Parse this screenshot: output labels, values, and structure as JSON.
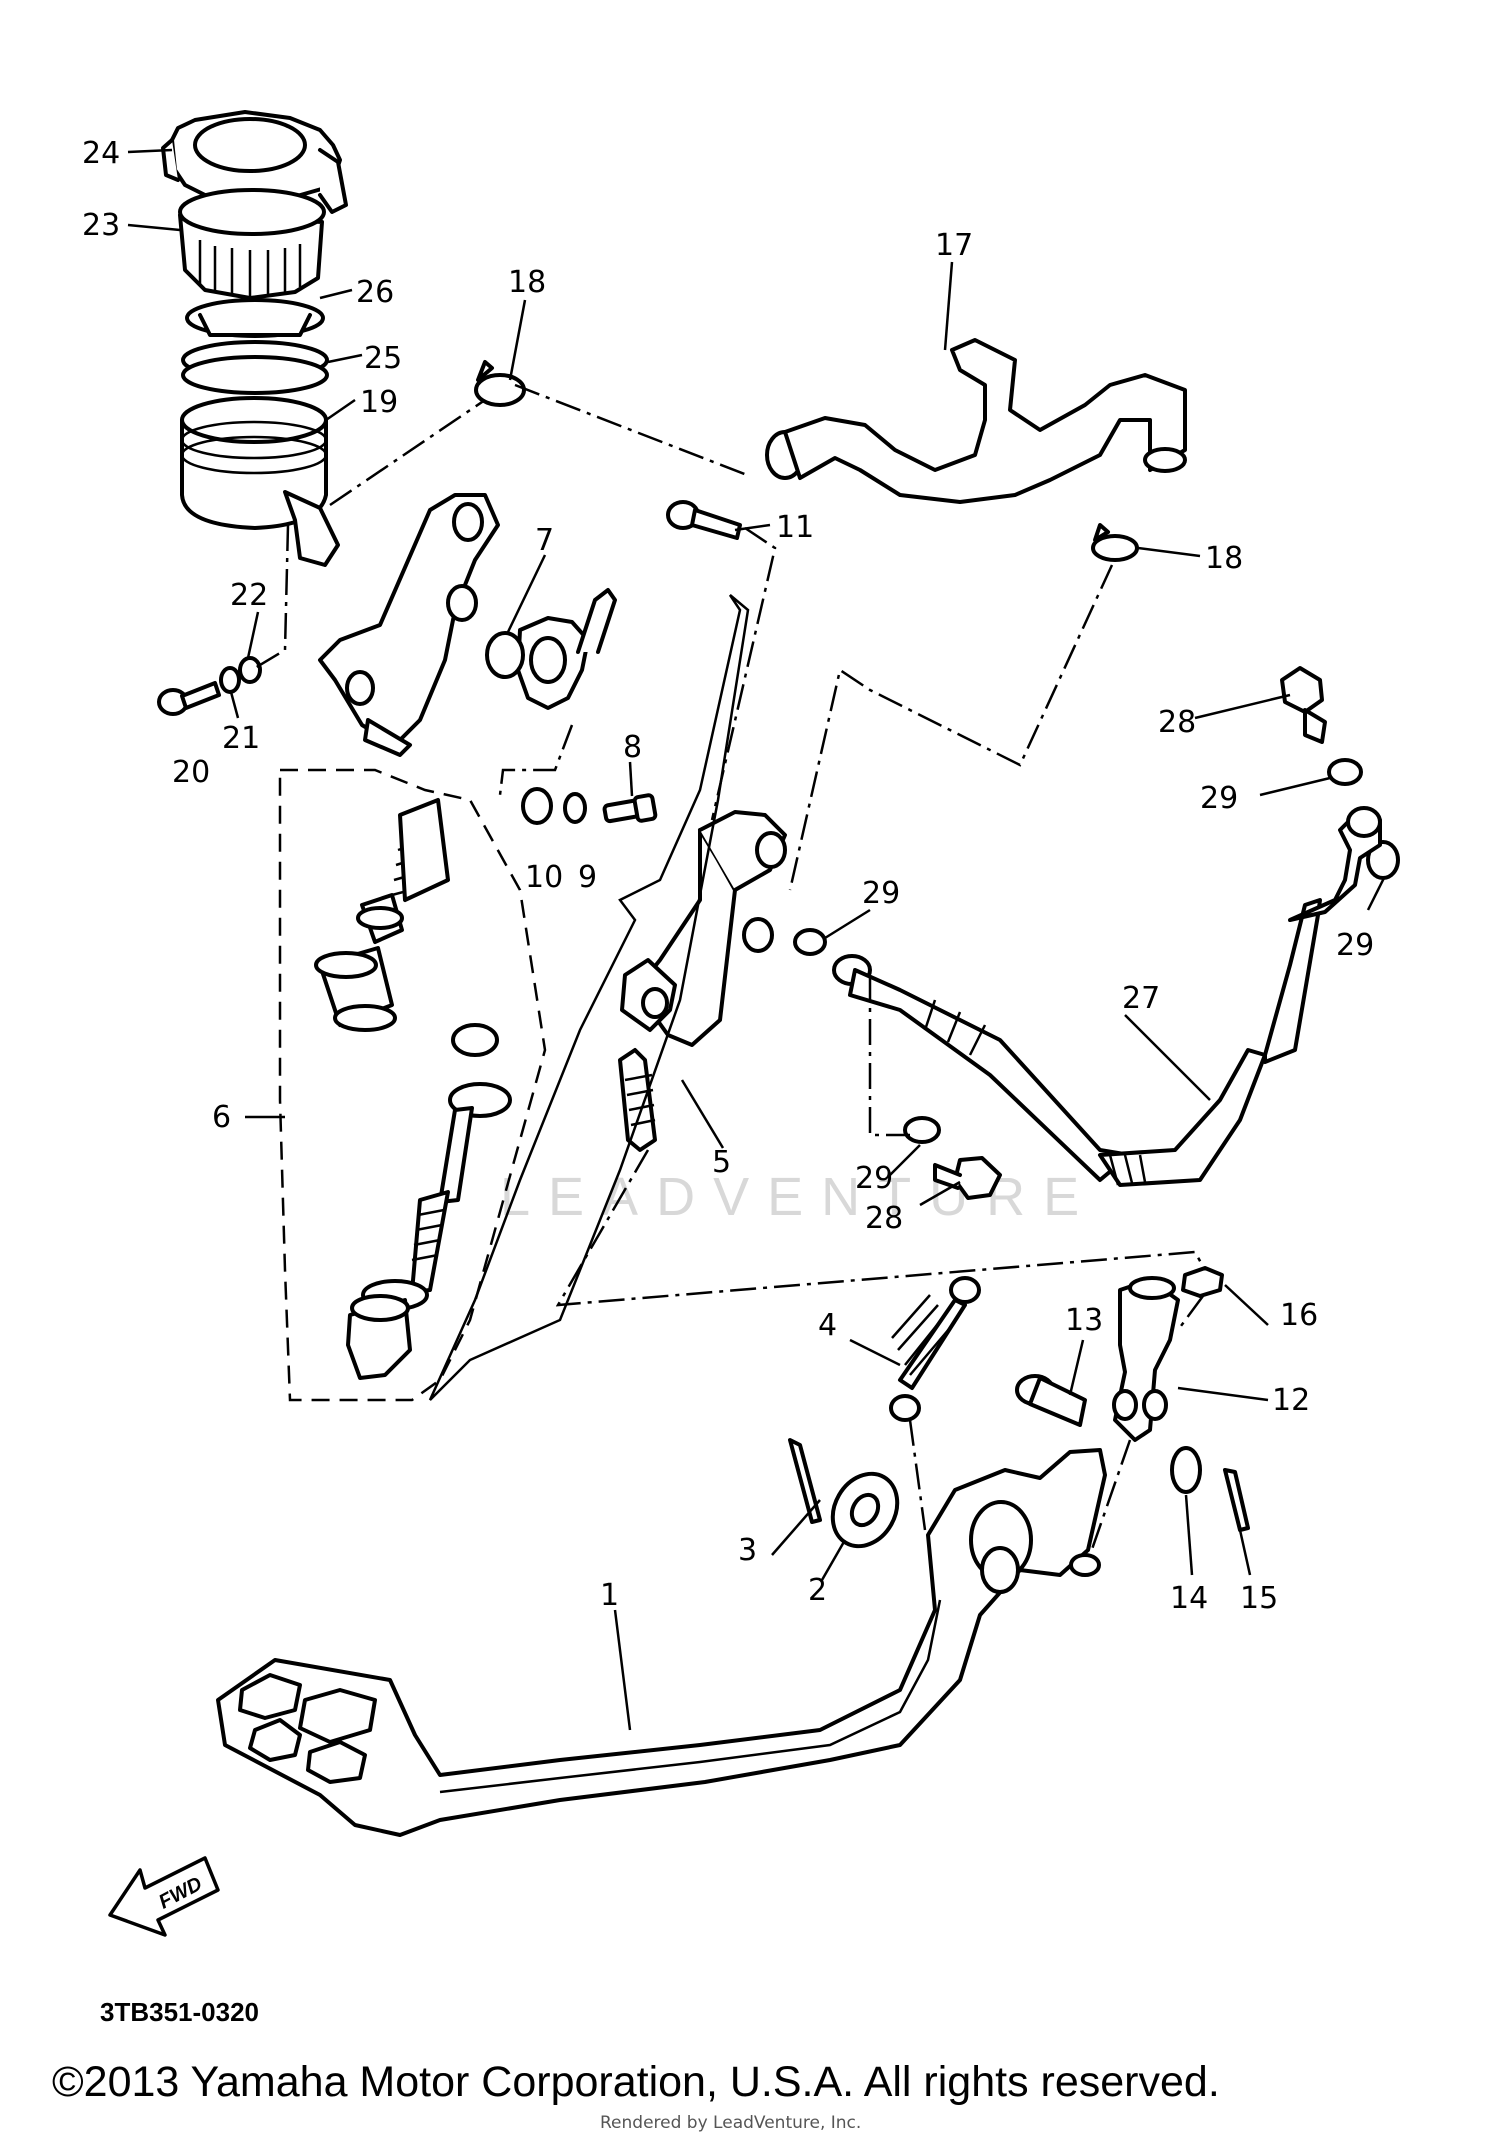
{
  "diagram": {
    "drawing_code": "3TB351-0320",
    "copyright": "©2013 Yamaha Motor Corporation, U.S.A. All rights reserved.",
    "rendered_by": "Rendered by LeadVenture, Inc.",
    "watermark": "LEADVENTURE",
    "direction_arrow": "FWD",
    "callouts": {
      "p1": "1",
      "p2": "2",
      "p3": "3",
      "p4": "4",
      "p5": "5",
      "p6": "6",
      "p7": "7",
      "p8": "8",
      "p9": "9",
      "p10": "10",
      "p11": "11",
      "p12": "12",
      "p13": "13",
      "p14": "14",
      "p15": "15",
      "p16": "16",
      "p17": "17",
      "p18a": "18",
      "p18b": "18",
      "p19": "19",
      "p20": "20",
      "p21": "21",
      "p22": "22",
      "p23": "23",
      "p24": "24",
      "p25": "25",
      "p26": "26",
      "p27": "27",
      "p28a": "28",
      "p28b": "28",
      "p29a": "29",
      "p29b": "29",
      "p29c": "29",
      "p29d": "29"
    }
  }
}
